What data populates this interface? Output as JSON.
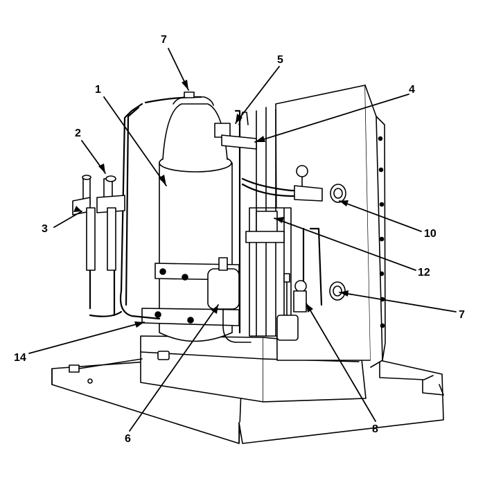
{
  "colors": {
    "line": "#000000",
    "fill": "#ffffff",
    "shade": "#e6e6e6"
  },
  "callouts": {
    "seven_top": "7",
    "five": "5",
    "one": "1",
    "four": "4",
    "two": "2",
    "three": "3",
    "ten": "10",
    "twelve": "12",
    "seven_right": "7",
    "fourteen": "14",
    "six": "6",
    "eight": "8"
  }
}
